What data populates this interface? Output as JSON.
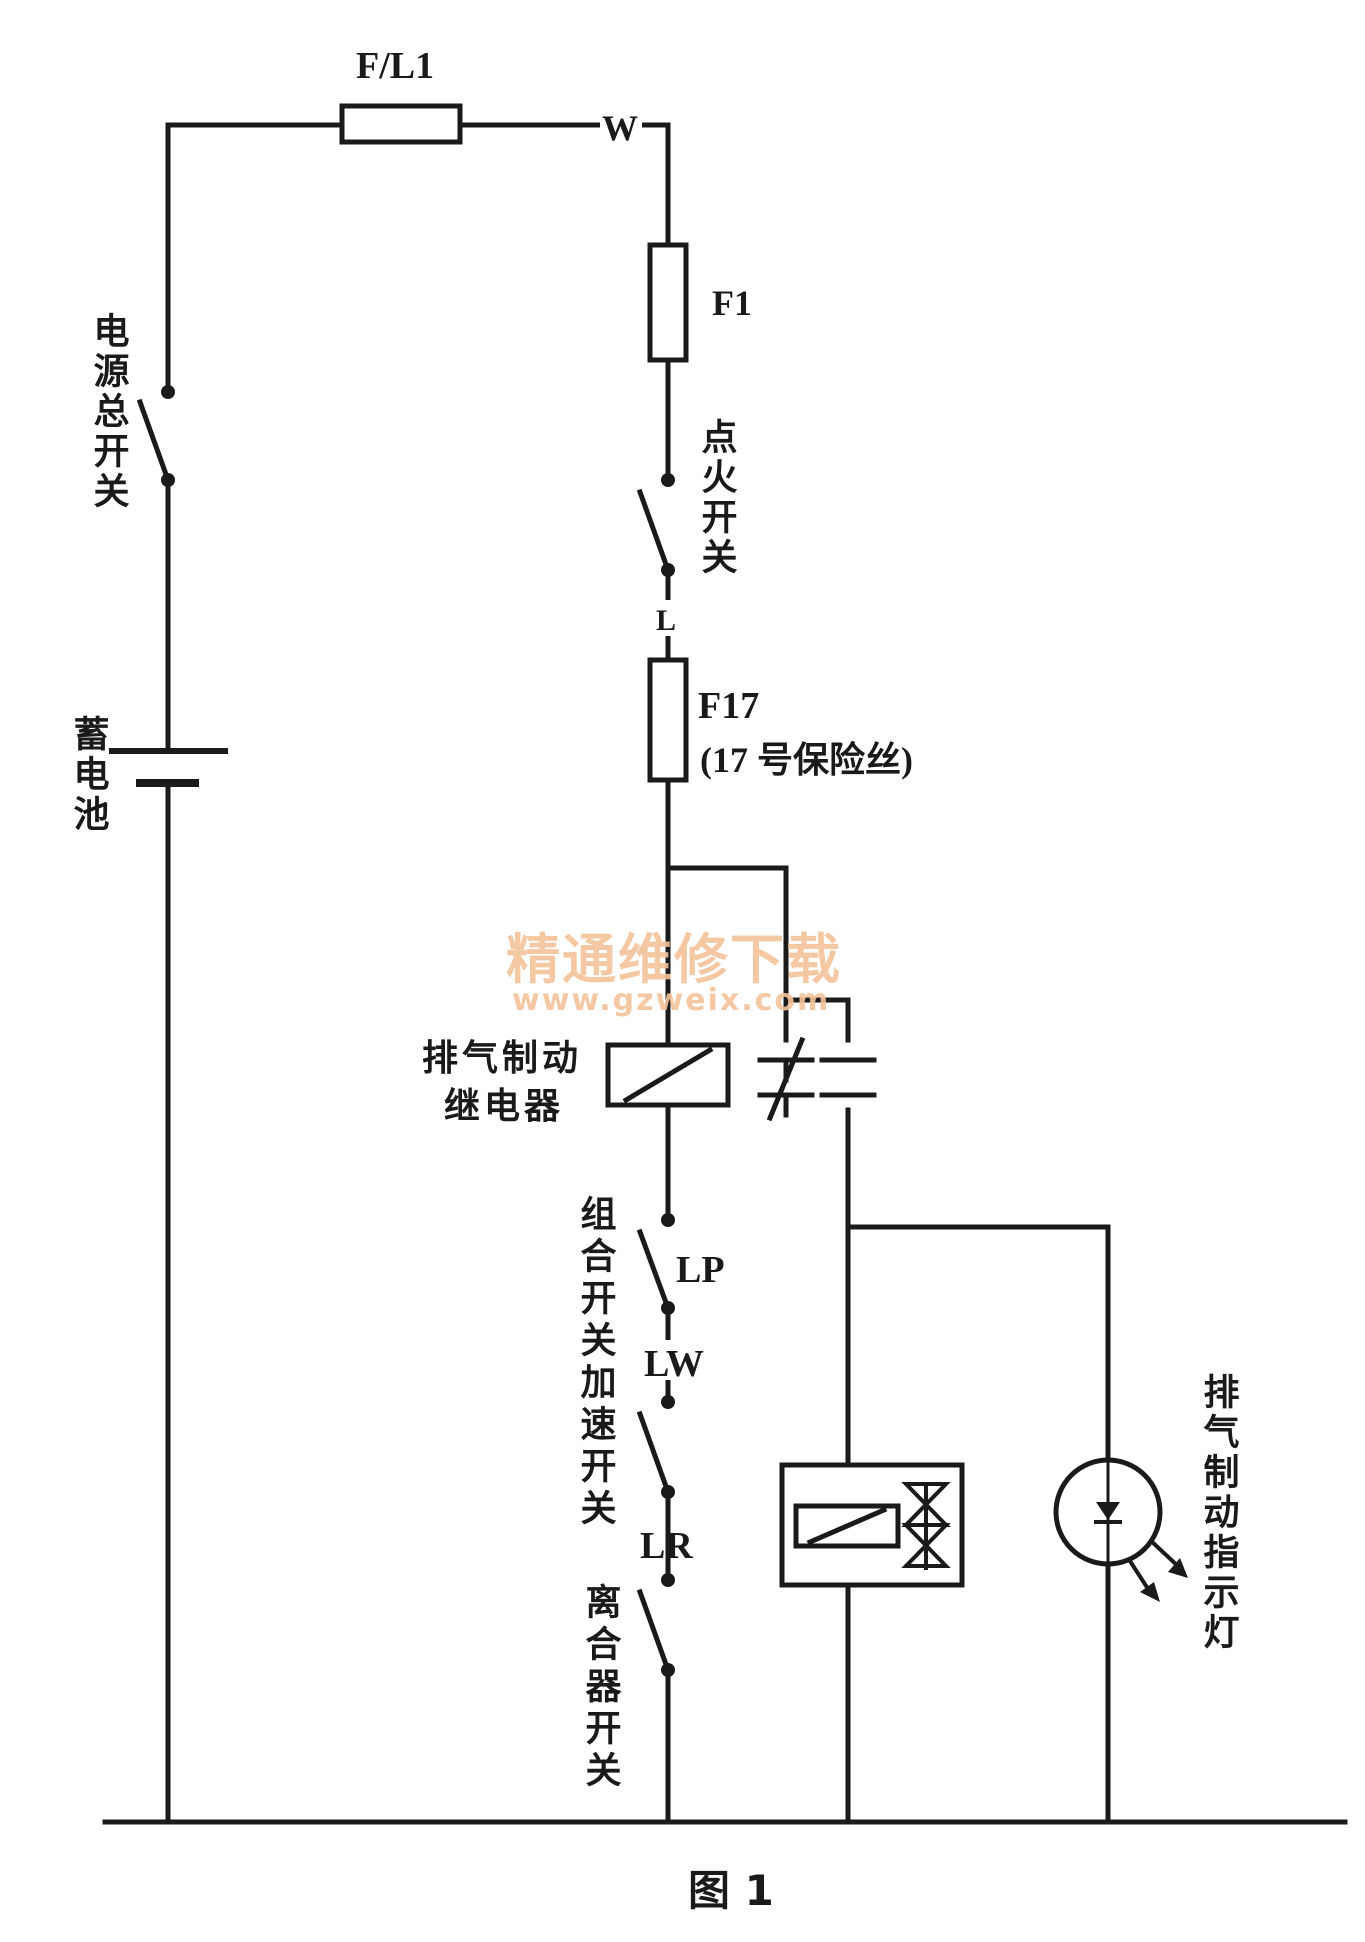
{
  "labels": {
    "fuse_main": "F/L1",
    "node_w": "W",
    "fuse_f1": "F1",
    "node_l": "L",
    "fuse_f17": "F17",
    "fuse_f17_note": "(17 号保险丝)",
    "node_lp": "LP",
    "node_lw": "LW",
    "node_lr": "LR",
    "figure_caption": "图 1"
  },
  "vertical_labels": {
    "main_switch": "电源总开关",
    "battery": "蓄电池",
    "ignition_switch": "点火开关",
    "combo_accel_switch": "组合开关加速开关",
    "clutch_switch": "离合器开关",
    "brake_indicator": "排气制动指示灯"
  },
  "relay_label": {
    "line1": "排气制动",
    "line2": "继电器"
  },
  "watermark": {
    "line1": "精通维修下载",
    "line2": "www.gzweix.com",
    "color": "#f3c39a"
  },
  "colors": {
    "ink": "#1a1a1a",
    "background": "#ffffff"
  }
}
